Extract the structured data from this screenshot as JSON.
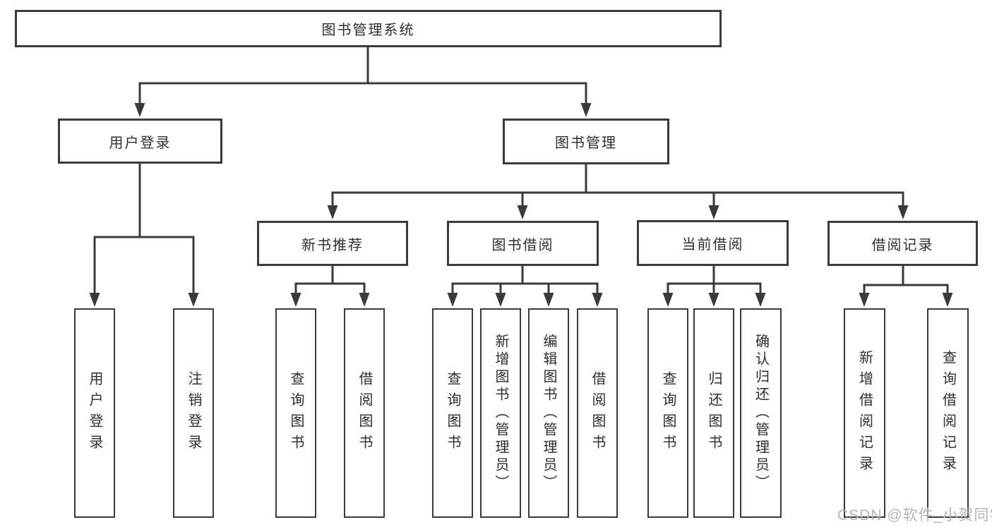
{
  "diagram": {
    "root": {
      "label": "图书管理系统"
    },
    "branches": [
      {
        "label": "用户登录",
        "leaves": [
          {
            "label": "用户登录"
          },
          {
            "label": "注销登录"
          }
        ]
      },
      {
        "label": "图书管理",
        "sections": [
          {
            "label": "新书推荐",
            "leaves": [
              {
                "label": "查询图书"
              },
              {
                "label": "借阅图书"
              }
            ]
          },
          {
            "label": "图书借阅",
            "leaves": [
              {
                "label": "查询图书"
              },
              {
                "label": "新增图书（管理员）"
              },
              {
                "label": "编辑图书（管理员）"
              },
              {
                "label": "借阅图书"
              }
            ]
          },
          {
            "label": "当前借阅",
            "leaves": [
              {
                "label": "查询图书"
              },
              {
                "label": "归还图书"
              },
              {
                "label": "确认归还（管理员）"
              }
            ]
          },
          {
            "label": "借阅记录",
            "leaves": [
              {
                "label": "新增借阅记录"
              },
              {
                "label": "查询借阅记录"
              }
            ]
          }
        ]
      }
    ]
  },
  "watermark": {
    "text": "CSDN @软件_小贺同学"
  },
  "colors": {
    "line": "#3a3a3a",
    "box_border": "#3a3a3a",
    "text": "#2e2e2e",
    "watermark": "#b4b4b4",
    "background": "#ffffff"
  }
}
